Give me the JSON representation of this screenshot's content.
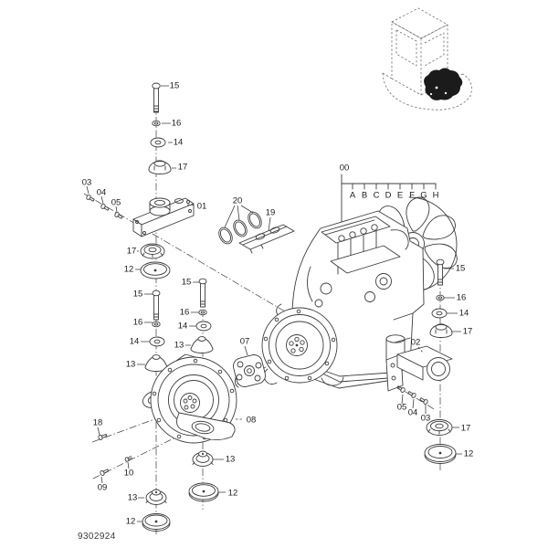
{
  "drawing_number": "9302924",
  "assembly": {
    "root_label": "00",
    "variants": [
      "A",
      "B",
      "C",
      "D",
      "E",
      "F",
      "G",
      "H"
    ]
  },
  "callouts": {
    "top_left_stack": [
      "15",
      "16",
      "14",
      "17"
    ],
    "left_bracket_bolts": [
      "03",
      "04",
      "05"
    ],
    "left_bracket": "01",
    "left_bracket_mounts": [
      "17",
      "12"
    ],
    "mid_left_stack": [
      "15",
      "16",
      "14",
      "13"
    ],
    "mid_right_stack": [
      "15",
      "16",
      "14",
      "13"
    ],
    "oring_set": "20",
    "manifold": "19",
    "coupling": "07",
    "flywheel_housing": "08",
    "bolt_upper": "18",
    "stud": "10",
    "bolt_lower": "09",
    "bottom_left_mounts": [
      "13",
      "12"
    ],
    "bottom_right_mounts": [
      "13",
      "12"
    ],
    "right_stack": [
      "15",
      "16",
      "14",
      "17"
    ],
    "right_bracket": "02",
    "right_bracket_bolts": [
      "05",
      "04",
      "03"
    ],
    "right_mounts": [
      "17",
      "12"
    ]
  },
  "colors": {
    "background": "#ffffff",
    "line": "#3d3d3d",
    "centerline": "#4a4a4a",
    "label_text": "#1c1c1c",
    "inset_line": "#6e6e6e",
    "inset_fill": "#1b1b1b"
  }
}
